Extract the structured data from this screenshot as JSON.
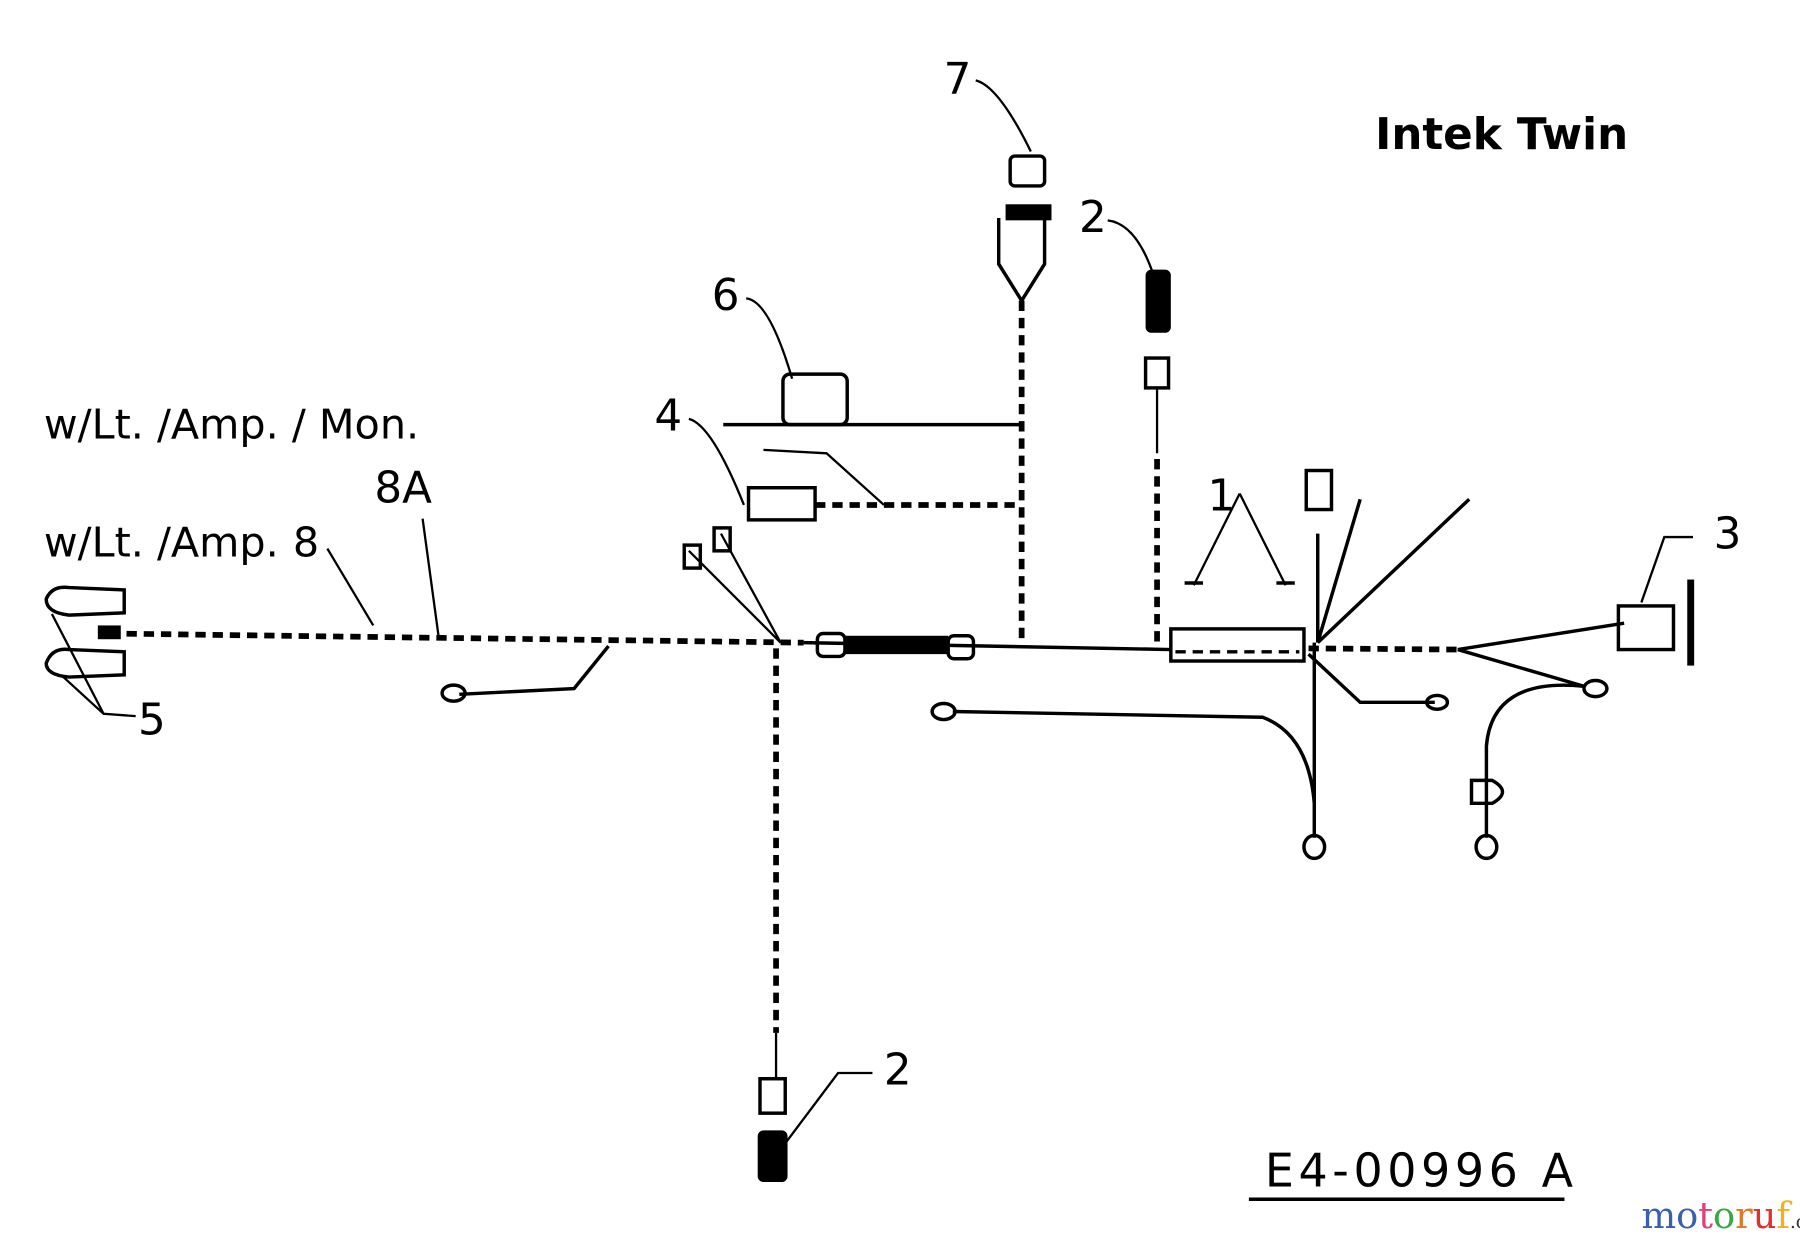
{
  "title": "Intek Twin",
  "drawing_number": "E4-00996 A",
  "watermark": {
    "letters": [
      "m",
      "o",
      "t",
      "o",
      "r",
      "u",
      "f"
    ],
    "suffix": ".de",
    "colors": [
      "#3a5fb0",
      "#3a5fb0",
      "#e0407a",
      "#3aa64a",
      "#e0782a",
      "#e0302a",
      "#f0b020"
    ]
  },
  "notes": {
    "with_light_amp_mon": "w/Lt. /Amp. / Mon.",
    "with_light_amp": "w/Lt. /Amp."
  },
  "callouts": {
    "p1": "1",
    "p2_top": "2",
    "p2_bottom": "2",
    "p3": "3",
    "p4": "4",
    "p5": "5",
    "p6": "6",
    "p7": "7",
    "p8": "8",
    "p8a": "8A"
  }
}
